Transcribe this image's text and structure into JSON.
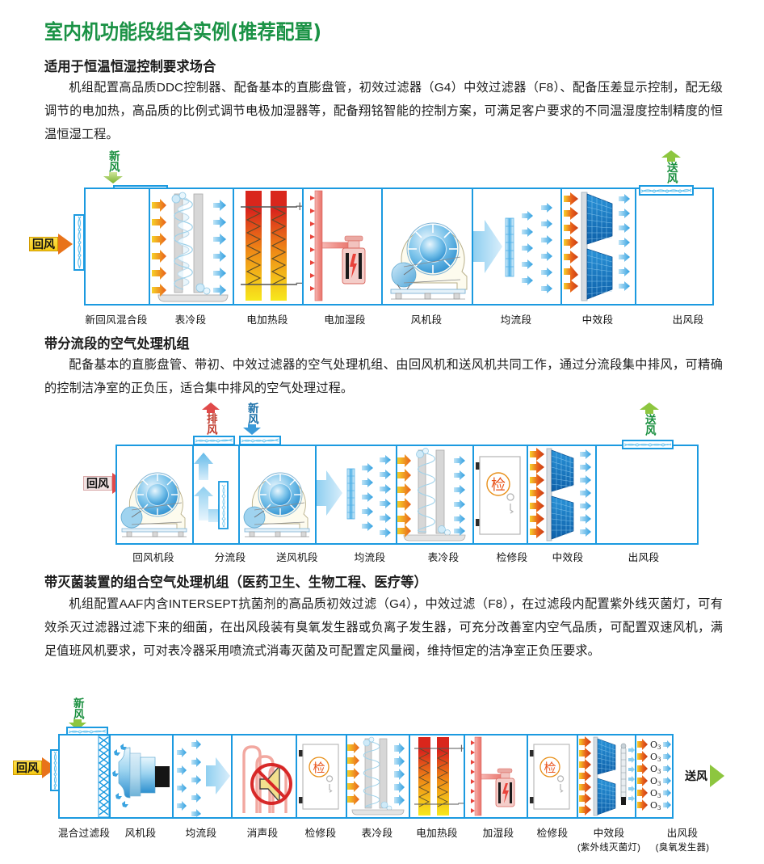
{
  "document": {
    "title": "室内机功能段组合实例(推荐配置)",
    "title_color": "#1a9245"
  },
  "sections": [
    {
      "heading": "适用于恒温恒湿控制要求场合",
      "paragraph": "机组配置高品质DDC控制器、配备基本的直膨盘管，初效过滤器（G4）中效过滤器（F8）、配备压差显示控制，配无级调节的电加热，高品质的比例式调节电极加湿器等，配备翔铭智能的控制方案，可满足客户要求的不同温湿度控制精度的恒温恒湿工程。",
      "diagram": {
        "inlet_flag": "回风",
        "fresh_air_flag": "新风",
        "supply_air_flag": "送风",
        "segments": [
          {
            "label": "新回风混合段",
            "type": "mixing"
          },
          {
            "label": "表冷段",
            "type": "cooling-coil"
          },
          {
            "label": "电加热段",
            "type": "electric-heater"
          },
          {
            "label": "电加湿段",
            "type": "electrode-humidifier"
          },
          {
            "label": "风机段",
            "type": "fan"
          },
          {
            "label": "均流段",
            "type": "flow-equalizer"
          },
          {
            "label": "中效段",
            "type": "medium-filter"
          },
          {
            "label": "出风段",
            "type": "outlet"
          }
        ]
      }
    },
    {
      "heading": "带分流段的空气处理机组",
      "paragraph": "配备基本的直膨盘管、带初、中效过滤器的空气处理机组、由回风机和送风机共同工作，通过分流段集中排风，可精确的控制洁净室的正负压，适合集中排风的空气处理过程。",
      "diagram": {
        "inlet_flag": "回风",
        "exhaust_flag": "排风",
        "fresh_air_flag": "新风",
        "supply_air_flag": "送风",
        "segments": [
          {
            "label": "回风机段",
            "type": "return-fan"
          },
          {
            "label": "分流段",
            "type": "split"
          },
          {
            "label": "送风机段",
            "type": "supply-fan"
          },
          {
            "label": "均流段",
            "type": "flow-equalizer"
          },
          {
            "label": "表冷段",
            "type": "cooling-coil"
          },
          {
            "label": "检修段",
            "type": "access-door"
          },
          {
            "label": "中效段",
            "type": "medium-filter"
          },
          {
            "label": "出风段",
            "type": "outlet"
          }
        ]
      }
    },
    {
      "heading": "带灭菌装置的组合空气处理机组（医药卫生、生物工程、医疗等）",
      "paragraph": "机组配置AAF内含INTERSEPT抗菌剂的高品质初效过滤（G4），中效过滤（F8），在过滤段内配置紫外线灭菌灯，可有效杀灭过滤器过滤下来的细菌，在出风段装有臭氧发生器或负离子发生器，可充分改善室内空气品质，可配置双速风机，满足值班风机要求，可对表冷器采用喷流式消毒灭菌及可配置定风量阀，维持恒定的洁净室正负压要求。",
      "diagram": {
        "inlet_flag": "回风",
        "fresh_air_flag": "新风",
        "supply_air_flag": "送风",
        "ozone_label": "O",
        "ozone_sub": "3",
        "segments": [
          {
            "label": "混合过滤段",
            "sub": "",
            "type": "mix-filter"
          },
          {
            "label": "风机段",
            "sub": "",
            "type": "plug-fan"
          },
          {
            "label": "均流段",
            "sub": "",
            "type": "flow-equalizer"
          },
          {
            "label": "消声段",
            "sub": "",
            "type": "silencer"
          },
          {
            "label": "检修段",
            "sub": "",
            "type": "access-door"
          },
          {
            "label": "表冷段",
            "sub": "",
            "type": "cooling-coil"
          },
          {
            "label": "电加热段",
            "sub": "",
            "type": "electric-heater"
          },
          {
            "label": "加湿段",
            "sub": "",
            "type": "humidifier"
          },
          {
            "label": "检修段",
            "sub": "",
            "type": "access-door"
          },
          {
            "label": "中效段",
            "sub": "(紫外线灭菌灯)",
            "type": "medium-filter-uv"
          },
          {
            "label": "出风段",
            "sub": "(臭氧发生器)",
            "type": "ozone-outlet"
          }
        ]
      }
    }
  ],
  "colors": {
    "casing_blue": "#1b9ae0",
    "title_green": "#1a9245",
    "warm_arrow": "#ef7c1a",
    "cool_arrow": "#37a7e8",
    "filter_blue": "#1170c4",
    "heater_red": "#d9261c",
    "heater_yellow": "#f5e21a",
    "flag_yellow": "#f4c915",
    "green_arrow": "#8dc63f",
    "red_arrow": "#e04a4a"
  }
}
